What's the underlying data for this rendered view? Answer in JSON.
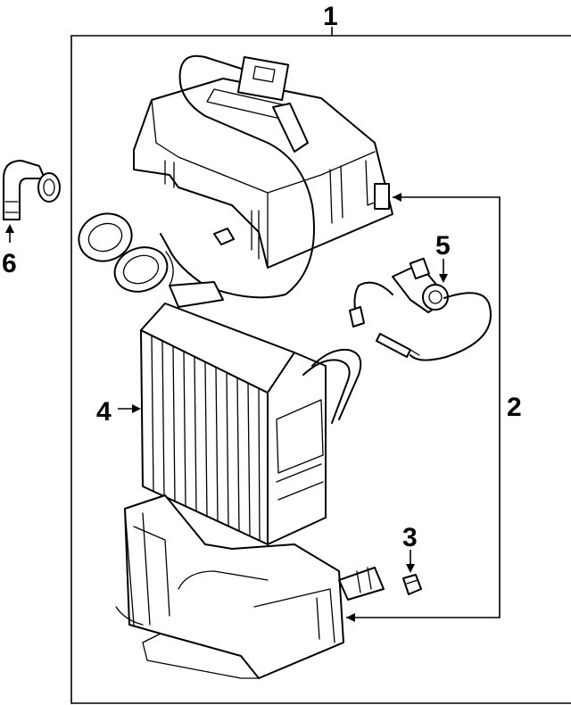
{
  "diagram": {
    "callouts": {
      "c1": "1",
      "c2": "2",
      "c3": "3",
      "c4": "4",
      "c5": "5",
      "c6": "6"
    },
    "colors": {
      "ink": "#000000",
      "background": "#ffffff"
    }
  }
}
